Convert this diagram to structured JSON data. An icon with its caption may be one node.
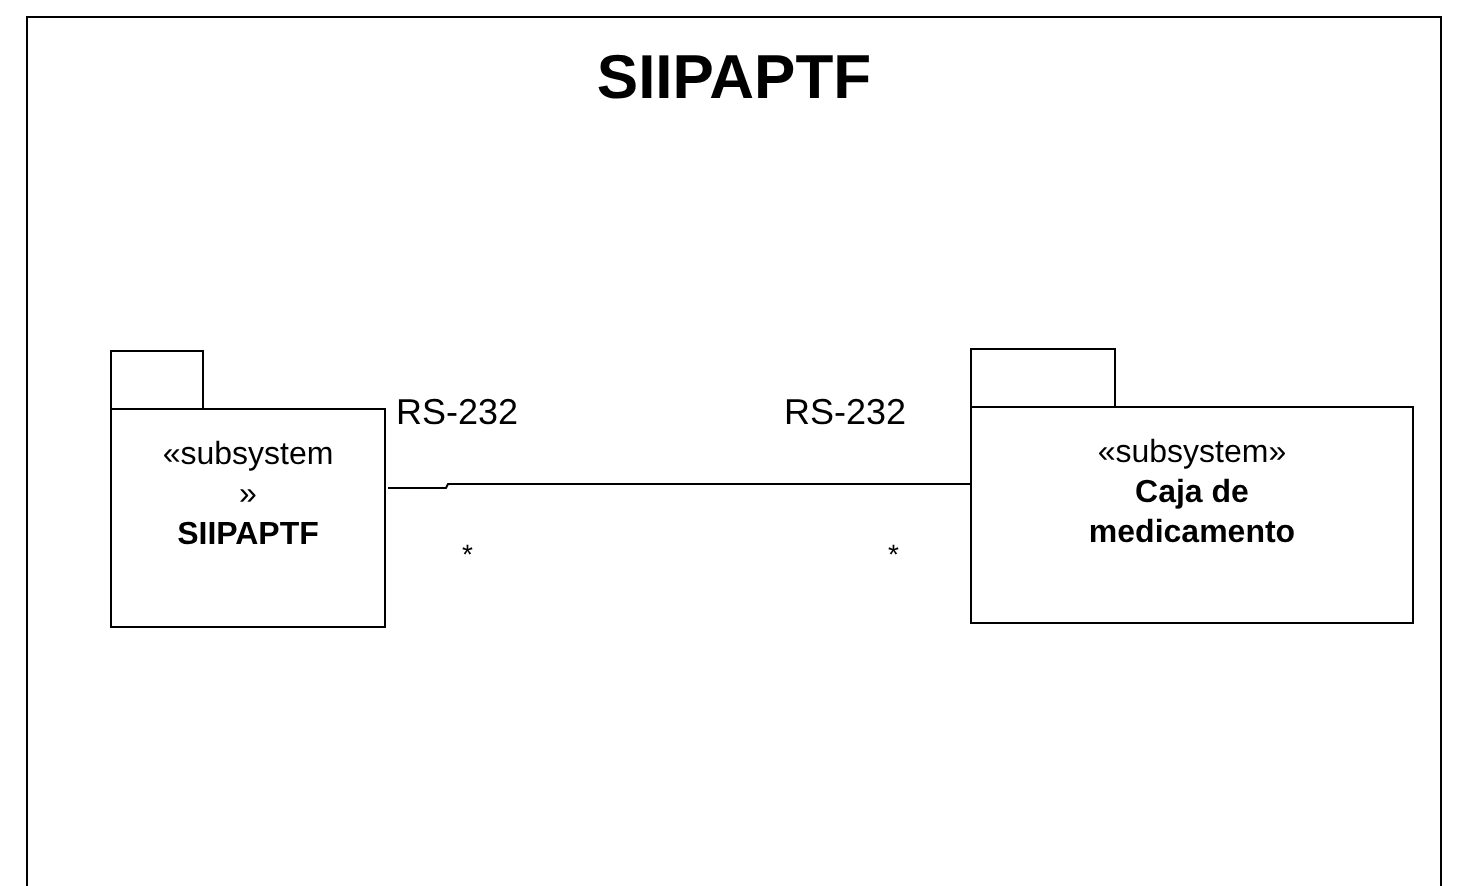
{
  "diagram": {
    "nodes": [
      {
        "text": [
          "SIIPAPTF"
        ]
      },
      {
        "text": [
          "«subsystem»",
          "SIIPAPTF"
        ],
        "in": 0
      },
      {
        "text": [
          "«subsystem»",
          "Caja de medicamento"
        ],
        "in": 0
      }
    ],
    "edges": [
      {
        "from": 1,
        "to": 2,
        "arrow": "none"
      }
    ],
    "labels": [
      "RS-232",
      "RS-232",
      "*",
      "*"
    ]
  }
}
